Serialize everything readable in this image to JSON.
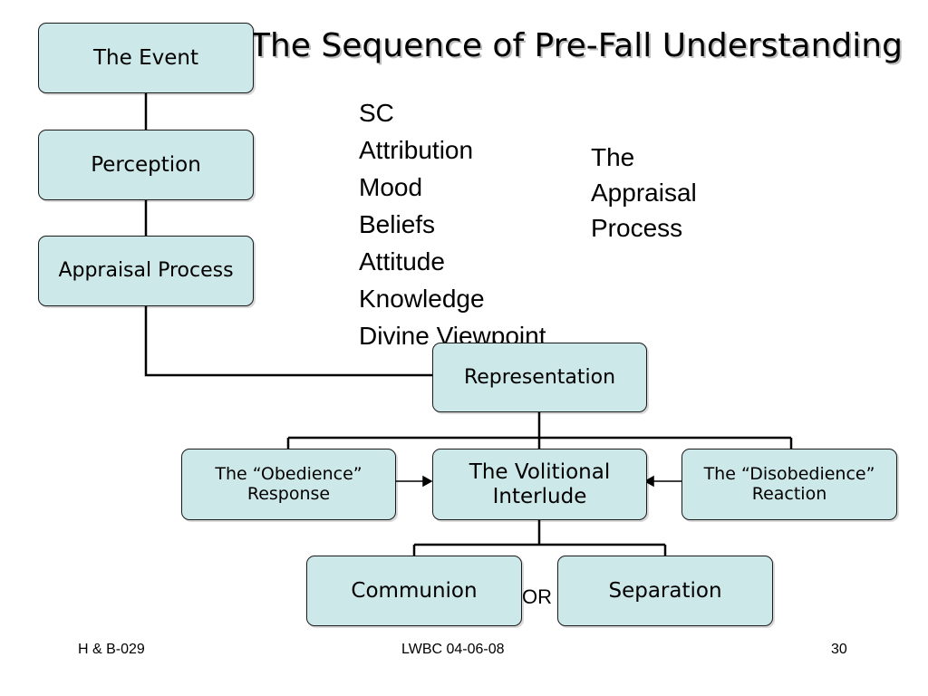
{
  "slide": {
    "title": "The Sequence of Pre-Fall Understanding",
    "appraisal_factors": [
      "SC",
      "Attribution",
      "Mood",
      "Beliefs",
      "Attitude",
      "Knowledge",
      "Divine Viewpoint"
    ],
    "appraisal_label": "The\nAppraisal\nProcess",
    "or_label": "OR"
  },
  "nodes": {
    "event": "The Event",
    "perception": "Perception",
    "appraisal": "Appraisal Process",
    "representation": "Representation",
    "obedience": "The “Obedience” Response",
    "volitional": "The Volitional Interlude",
    "disobedience": "The “Disobedience” Reaction",
    "communion": "Communion",
    "separation": "Separation"
  },
  "footer": {
    "left": "H & B-029",
    "center": "LWBC 04-06-08",
    "page": "30"
  },
  "colors": {
    "node_fill": "#cde8e9",
    "node_border": "#1a1a1a",
    "connector": "#000000"
  }
}
